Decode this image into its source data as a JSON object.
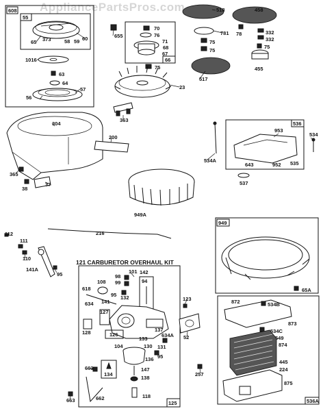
{
  "watermark": "AppliancePartsPros.com",
  "kit_title": "121 CARBURETOR OVERHAUL KIT",
  "callouts": {
    "c608": "608",
    "c55": "55",
    "c65": "65",
    "c373": "373",
    "c58": "58",
    "c59": "59",
    "c60": "60",
    "c1016": "1016",
    "c63": "63",
    "c64": "64",
    "c57": "57",
    "c56": "56",
    "c655": "655",
    "c70": "70",
    "c76": "76",
    "c71": "71",
    "c68": "68",
    "c67": "67",
    "c66": "66",
    "c75a": "75",
    "c23": "23",
    "c363": "363",
    "c518": "518",
    "c458": "458",
    "c781": "781",
    "c78": "78",
    "c332a": "332",
    "c332b": "332",
    "c75b": "75",
    "c75c": "75",
    "c75d": "75",
    "c455": "455",
    "c517": "517",
    "c304": "304",
    "c200": "200",
    "c365": "365",
    "c38": "38",
    "c37": "37",
    "c949A": "949A",
    "c536": "536",
    "c953": "953",
    "c534a": "534",
    "c534A": "534A",
    "c643": "643",
    "c952": "952",
    "c535": "535",
    "c537": "537",
    "c112": "112",
    "c111": "111",
    "c110": "110",
    "c216": "216",
    "c141A": "141A",
    "c95a": "95",
    "c101": "101",
    "c142": "142",
    "c98": "98",
    "c99": "99",
    "c94": "94",
    "c108": "108",
    "c95b": "95",
    "c132": "132",
    "c618": "618",
    "c634": "634",
    "c141": "141",
    "c127": "127",
    "c128": "128",
    "c126": "126",
    "c137": "137",
    "c133": "133",
    "c104": "104",
    "c130": "130",
    "c131": "131",
    "c634A": "634A",
    "c95c": "95",
    "c136": "136",
    "c147": "147",
    "c138": "138",
    "c663a": "663",
    "c134": "134",
    "c662": "662",
    "c663b": "663",
    "c118": "118",
    "c125": "125",
    "c123": "123",
    "c52": "52",
    "c257": "257",
    "c949": "949",
    "c65A": "65A",
    "c872": "872",
    "c534B": "534B",
    "c873": "873",
    "c534C": "534C",
    "c549": "549",
    "c874": "874",
    "c445": "445",
    "c224": "224",
    "c875": "875",
    "c536A": "536A"
  }
}
